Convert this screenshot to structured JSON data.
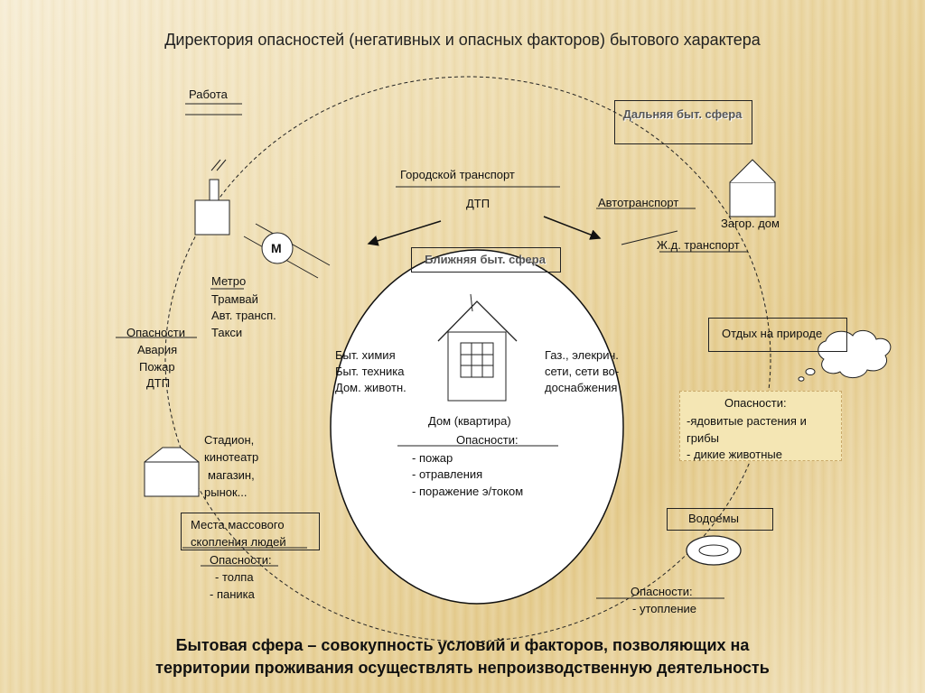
{
  "title": "Директория опасностей (негативных и опасных факторов) бытового характера",
  "labels": {
    "rabota": "Работа",
    "metro_m": "М",
    "metro_list": [
      "Метро",
      "Трамвай",
      "Авт. трансп.",
      "Такси"
    ],
    "danger_left_title": "Опасности",
    "danger_left_items": [
      "Авария",
      "Пожар",
      "ДТП"
    ],
    "city_transport": "Городской транспорт",
    "dtp": "ДТП",
    "avtotransport": "Автотранспорт",
    "zhd_transport": "Ж.д. транспорт",
    "far_sphere": "Дальняя быт. сфера",
    "zagor_dom": "Загор. дом",
    "near_sphere": "Ближняя быт. сфера",
    "near_left": [
      "Быт. химия",
      "Быт. техника",
      "Дом. животн."
    ],
    "near_right": [
      "Газ., элекрич.",
      "сети, сети во-",
      "доснабжения"
    ],
    "house": "Дом (квартира)",
    "house_danger_title": "Опасности:",
    "house_danger_items": [
      "- пожар",
      "- отравления",
      "- поражение э/током"
    ],
    "nature": "Отдых на природе",
    "nature_danger_title": "Опасности:",
    "nature_danger_items": [
      "-ядовитые растения и",
      "грибы",
      "- дикие животные"
    ],
    "stadium_list": [
      "Стадион,",
      "кинотеатр",
      "магазин,",
      "рынок..."
    ],
    "mass_places": [
      "Места массового",
      "скопления людей"
    ],
    "mass_danger_title": "Опасности:",
    "mass_danger_items": [
      "- толпа",
      "- паника"
    ],
    "water": "Водоемы",
    "water_danger_title": "Опасности:",
    "water_danger_items": [
      "- утопление"
    ]
  },
  "footer": {
    "line1": "Бытовая сфера – совокупность условий и факторов, позволяющих на",
    "line2": "территории проживания осуществлять непроизводственную деятельность"
  }
}
